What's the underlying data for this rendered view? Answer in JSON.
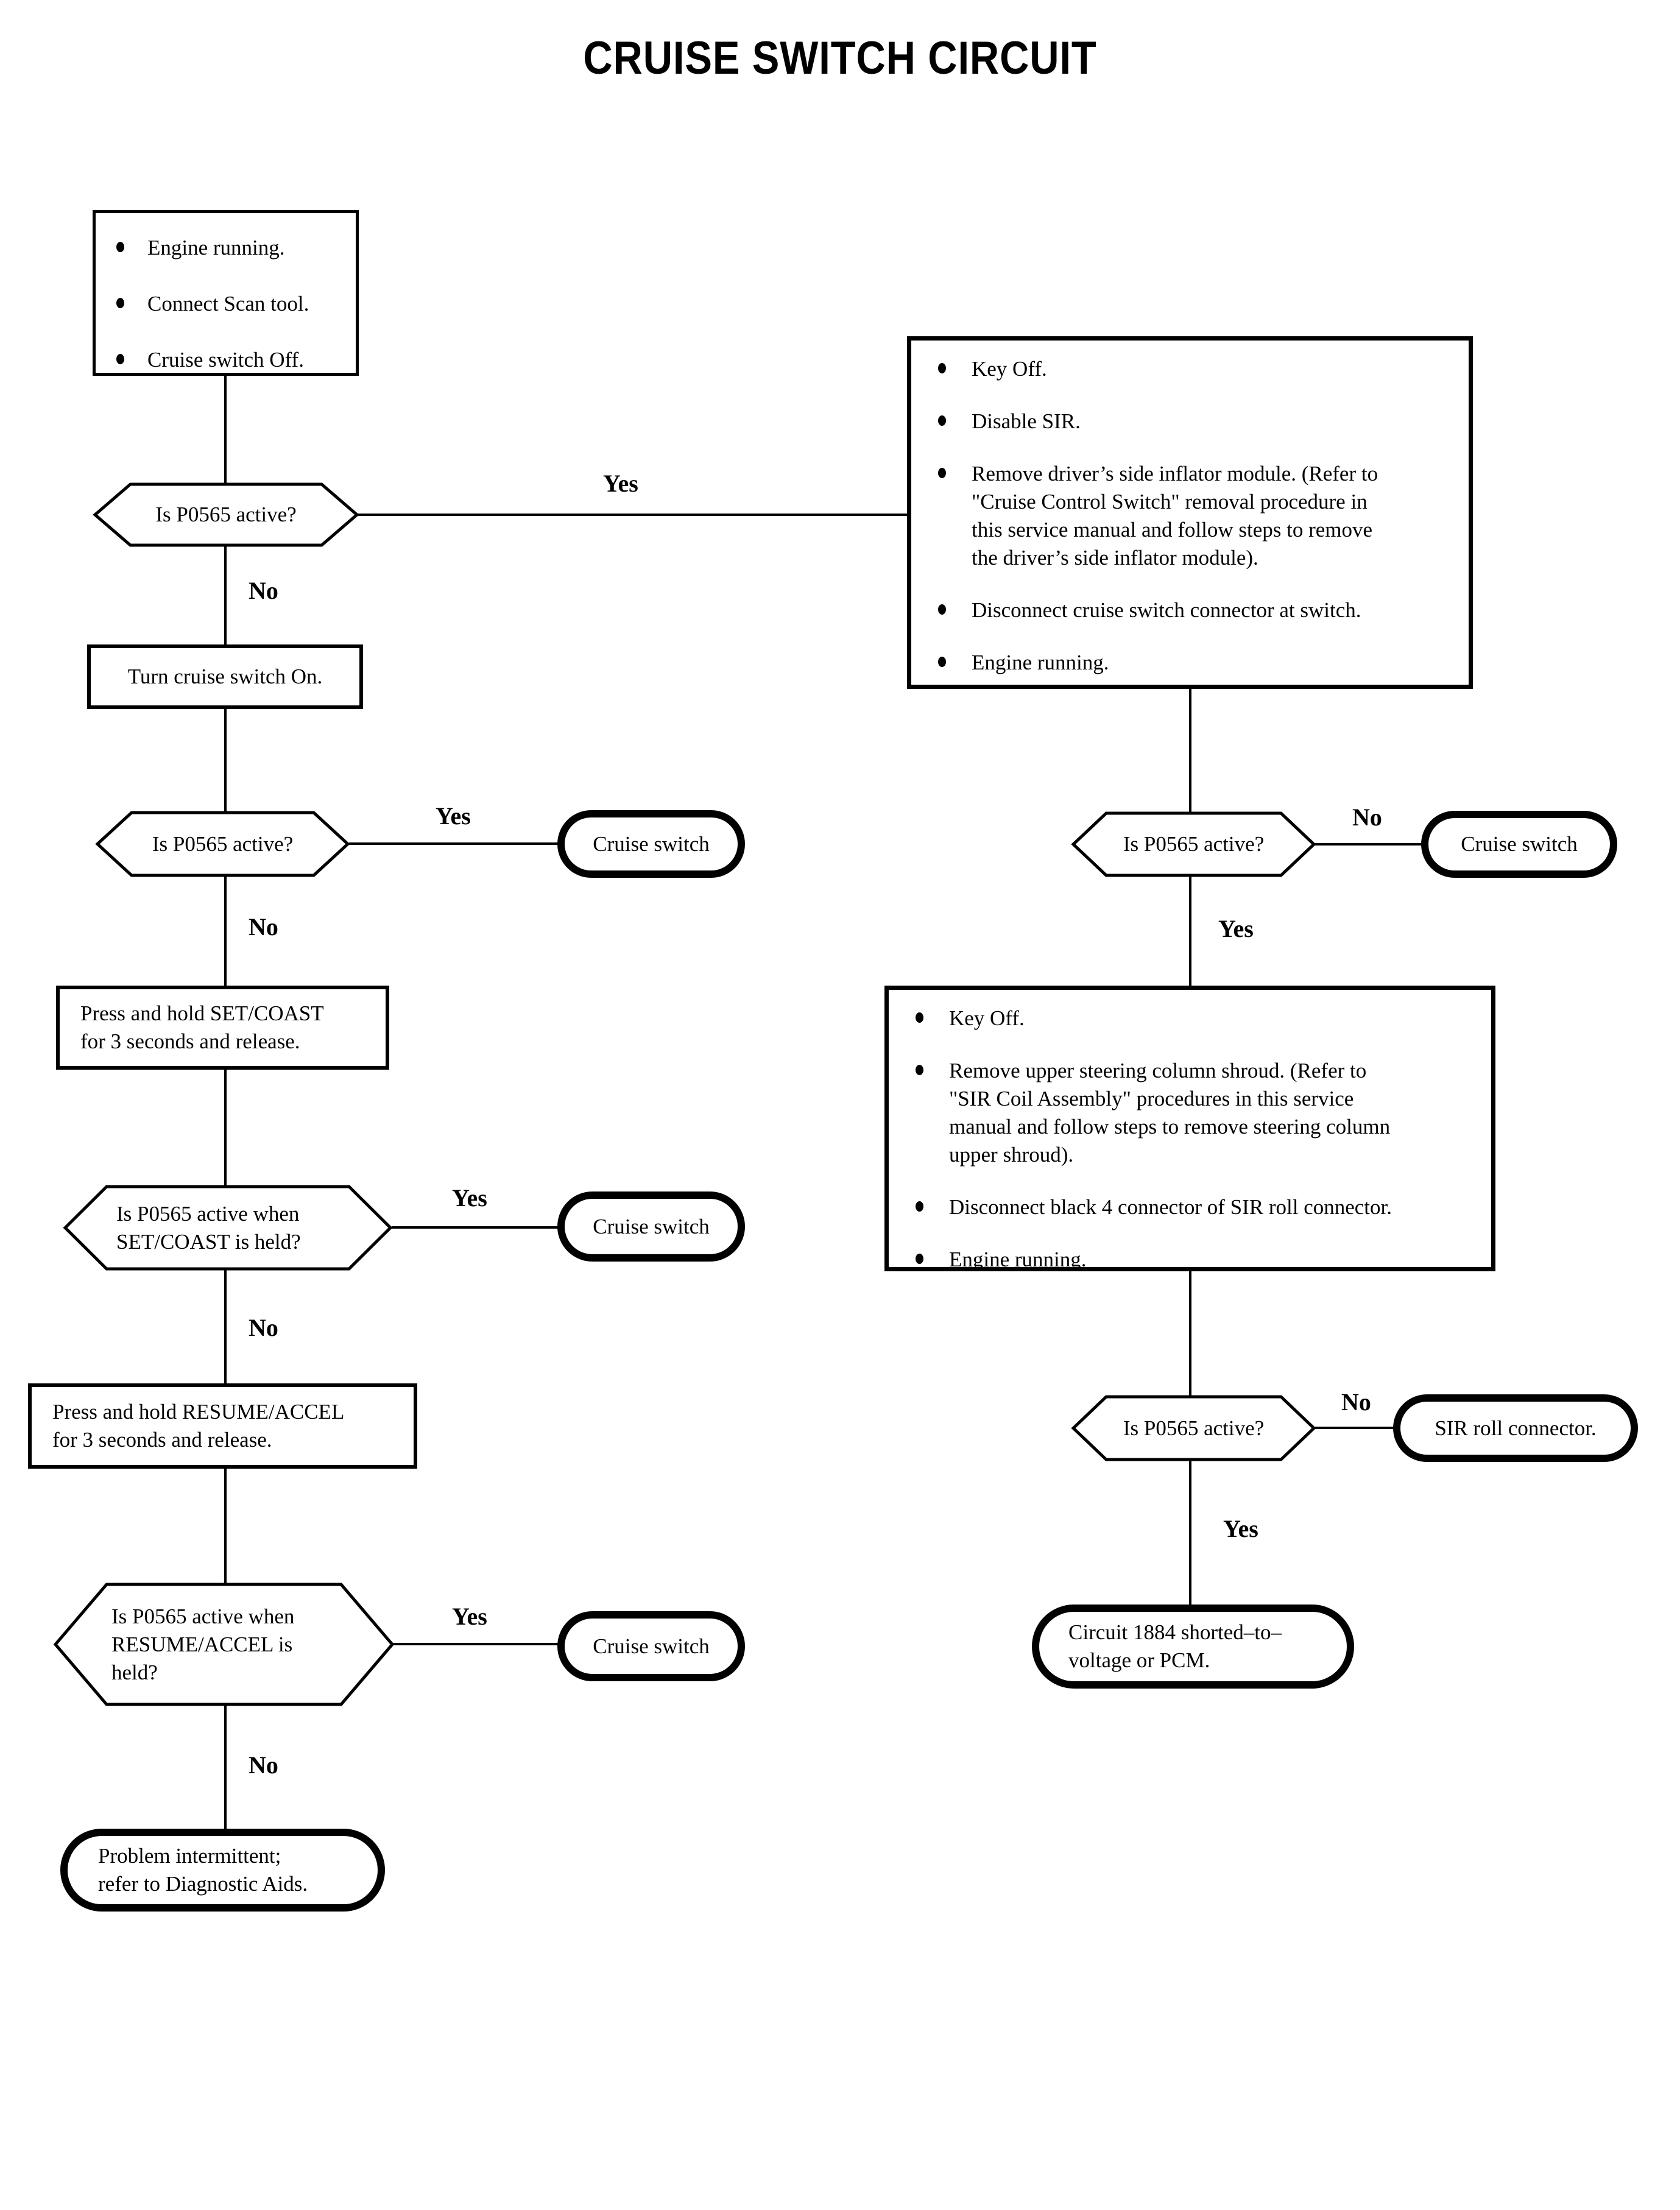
{
  "title": "CRUISE SWITCH CIRCUIT",
  "labels": {
    "yes": "Yes",
    "no": "No"
  },
  "left": {
    "start_conditions": [
      "Engine running.",
      "Connect Scan tool.",
      "Cruise switch Off."
    ],
    "q_active_1": "Is P0565 active?",
    "turn_cruise_on": "Turn cruise switch On.",
    "q_active_2": "Is P0565 active?",
    "cruise_switch": "Cruise switch",
    "press_set_coast": [
      "Press and hold SET/COAST",
      "for 3 seconds and release."
    ],
    "q_set_coast": [
      "Is P0565 active when",
      "SET/COAST is held?"
    ],
    "press_resume_accel": [
      "Press and hold RESUME/ACCEL",
      "for 3 seconds and release."
    ],
    "q_resume_accel": [
      "Is P0565 active when",
      "RESUME/ACCEL is",
      "held?"
    ],
    "problem_intermittent": [
      "Problem intermittent;",
      "refer to Diagnostic Aids."
    ]
  },
  "right": {
    "prep_inflator": [
      [
        "Key Off."
      ],
      [
        "Disable SIR."
      ],
      [
        "Remove driver’s side inflator module. (Refer to",
        "\"Cruise Control Switch\" removal procedure in",
        "this service manual and follow steps to remove",
        "the driver’s side inflator module)."
      ],
      [
        "Disconnect cruise switch connector at switch."
      ],
      [
        "Engine running."
      ]
    ],
    "q_active_3": "Is P0565 active?",
    "cruise_switch": "Cruise switch",
    "prep_shroud": [
      [
        "Key Off."
      ],
      [
        "Remove upper steering column shroud. (Refer to",
        "\"SIR Coil Assembly\" procedures in this service",
        "manual and follow steps to remove steering column",
        "upper shroud)."
      ],
      [
        "Disconnect black 4 connector of SIR roll connector."
      ],
      [
        "Engine running."
      ]
    ],
    "q_active_4": "Is P0565 active?",
    "sir_roll_connector": "SIR roll connector.",
    "circuit_1884": [
      "Circuit 1884 shorted–to–",
      "voltage or PCM."
    ]
  }
}
